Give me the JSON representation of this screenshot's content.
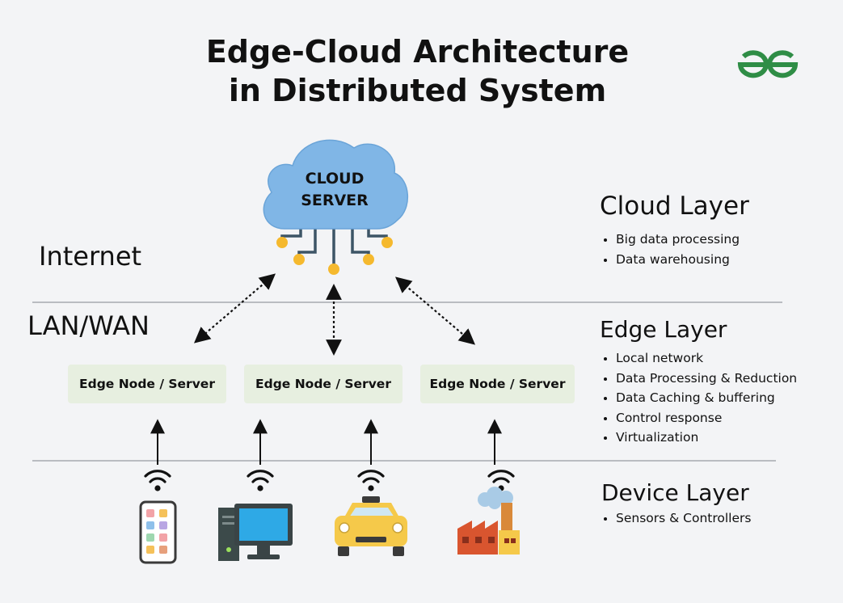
{
  "header": {
    "title_line1": "Edge-Cloud Architecture",
    "title_line2": "in Distributed System",
    "logo": "geeksforgeeks-logo",
    "brand_color": "#2f8d46"
  },
  "zones": {
    "internet": "Internet",
    "lan_wan": "LAN/WAN"
  },
  "cloud": {
    "line1": "CLOUD",
    "line2": "SERVER",
    "color": "#7fb5e4"
  },
  "edge_nodes": [
    {
      "label": "Edge Node / Server"
    },
    {
      "label": "Edge Node / Server"
    },
    {
      "label": "Edge Node / Server"
    }
  ],
  "layers": {
    "cloud": {
      "title": "Cloud Layer",
      "bullets": [
        "Big data processing",
        "Data warehousing"
      ]
    },
    "edge": {
      "title": "Edge Layer",
      "bullets": [
        "Local network",
        "Data Processing & Reduction",
        "Data Caching & buffering",
        "Control response",
        "Virtualization"
      ]
    },
    "device": {
      "title": "Device Layer",
      "bullets": [
        "Sensors & Controllers"
      ]
    }
  },
  "devices": [
    {
      "icon": "smartphone-icon"
    },
    {
      "icon": "desktop-computer-icon"
    },
    {
      "icon": "taxi-icon"
    },
    {
      "icon": "factory-icon"
    }
  ]
}
